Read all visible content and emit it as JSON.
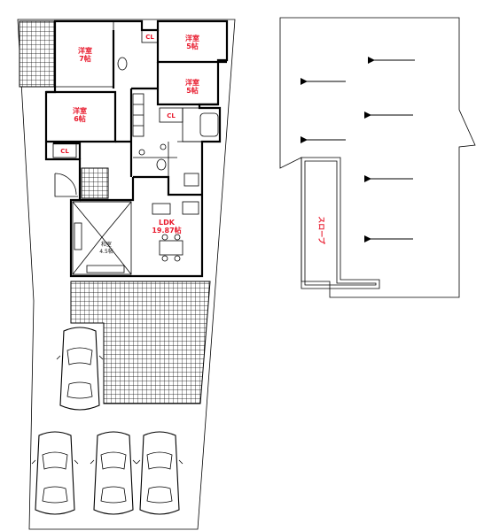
{
  "rooms": {
    "bed1": {
      "name": "洋室",
      "size": "7帖"
    },
    "bed2": {
      "name": "洋室",
      "size": "5帖"
    },
    "bed3": {
      "name": "洋室",
      "size": "5帖"
    },
    "bed4": {
      "name": "洋室",
      "size": "6帖"
    },
    "ldk": {
      "name": "LDK",
      "size": "19.87帖"
    },
    "tatami": {
      "line1": "和室",
      "line2": "4.5帖"
    }
  },
  "closet_label": "CL",
  "slope_label": "スロープ",
  "colors": {
    "label_red": "#e8192c",
    "line": "#000000",
    "background": "#ffffff"
  }
}
